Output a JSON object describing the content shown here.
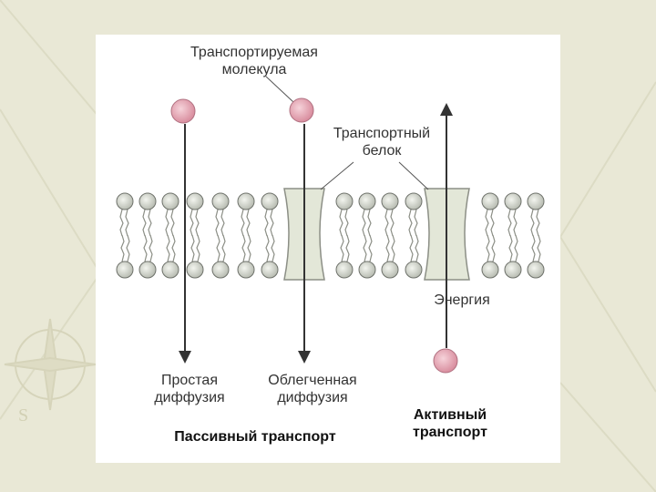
{
  "labels": {
    "transported_molecule": "Транспортируемая\nмолекула",
    "transport_protein": "Транспортный\nбелок",
    "energy": "Энергия",
    "simple_diffusion": "Простая\nдиффузия",
    "facilitated_diffusion": "Облегченная\nдиффузия",
    "passive_transport": "Пассивный транспорт",
    "active_transport": "Активный\nтранспорт"
  },
  "colors": {
    "background": "#e9e8d6",
    "molecule": "#e7a9b6",
    "protein": "#e3e7d8",
    "lipid_head": "#dfe2da"
  },
  "icons": [
    "compass-watermark-icon",
    "down-arrow-icon",
    "up-arrow-icon"
  ]
}
